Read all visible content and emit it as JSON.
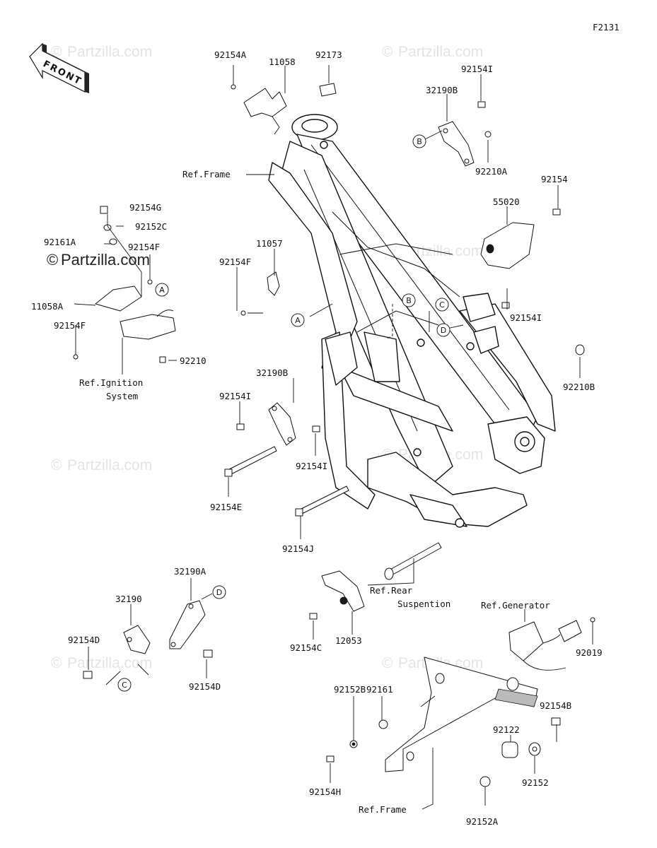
{
  "figure_code": "F2131",
  "watermark": "Partzilla.com",
  "watermark_dark": "Partzilla.com",
  "front_arrow_label": "FRONT",
  "labels": {
    "p_92154A": "92154A",
    "p_11058": "11058",
    "p_92173": "92173",
    "p_92154I_a": "92154I",
    "p_32190B_a": "32190B",
    "p_92210A": "92210A",
    "p_92154_a": "92154",
    "p_55020": "55020",
    "p_ref_frame_top": "Ref.Frame",
    "p_92154G": "92154G",
    "p_92152C": "92152C",
    "p_92161A": "92161A",
    "p_92154F_a": "92154F",
    "p_11058A": "11058A",
    "p_92154F_b": "92154F",
    "p_92210": "92210",
    "p_ref_ignition_1": "Ref.Ignition",
    "p_ref_ignition_2": "System",
    "p_11057": "11057",
    "p_92154F_c": "92154F",
    "p_92154I_b": "92154I",
    "p_92210B": "92210B",
    "p_32190B_b": "32190B",
    "p_92154I_c": "92154I",
    "p_92154I_d": "92154I",
    "p_92154E": "92154E",
    "p_92154J": "92154J",
    "p_ref_rear_1": "Ref.Rear",
    "p_ref_rear_2": "Suspention",
    "p_32190A": "32190A",
    "p_32190": "32190",
    "p_92154D_a": "92154D",
    "p_92154D_b": "92154D",
    "p_92154C": "92154C",
    "p_12053": "12053",
    "p_ref_generator": "Ref.Generator",
    "p_92019": "92019",
    "p_92161": "92161",
    "p_92152B": "92152B",
    "p_92154B": "92154B",
    "p_92122": "92122",
    "p_92152": "92152",
    "p_92154H": "92154H",
    "p_ref_frame_bottom": "Ref.Frame",
    "p_92152A": "92152A"
  },
  "callouts": {
    "A1": "A",
    "A2": "A",
    "B1": "B",
    "B2": "B",
    "C1": "C",
    "C2": "C",
    "D1": "D",
    "D2": "D"
  }
}
